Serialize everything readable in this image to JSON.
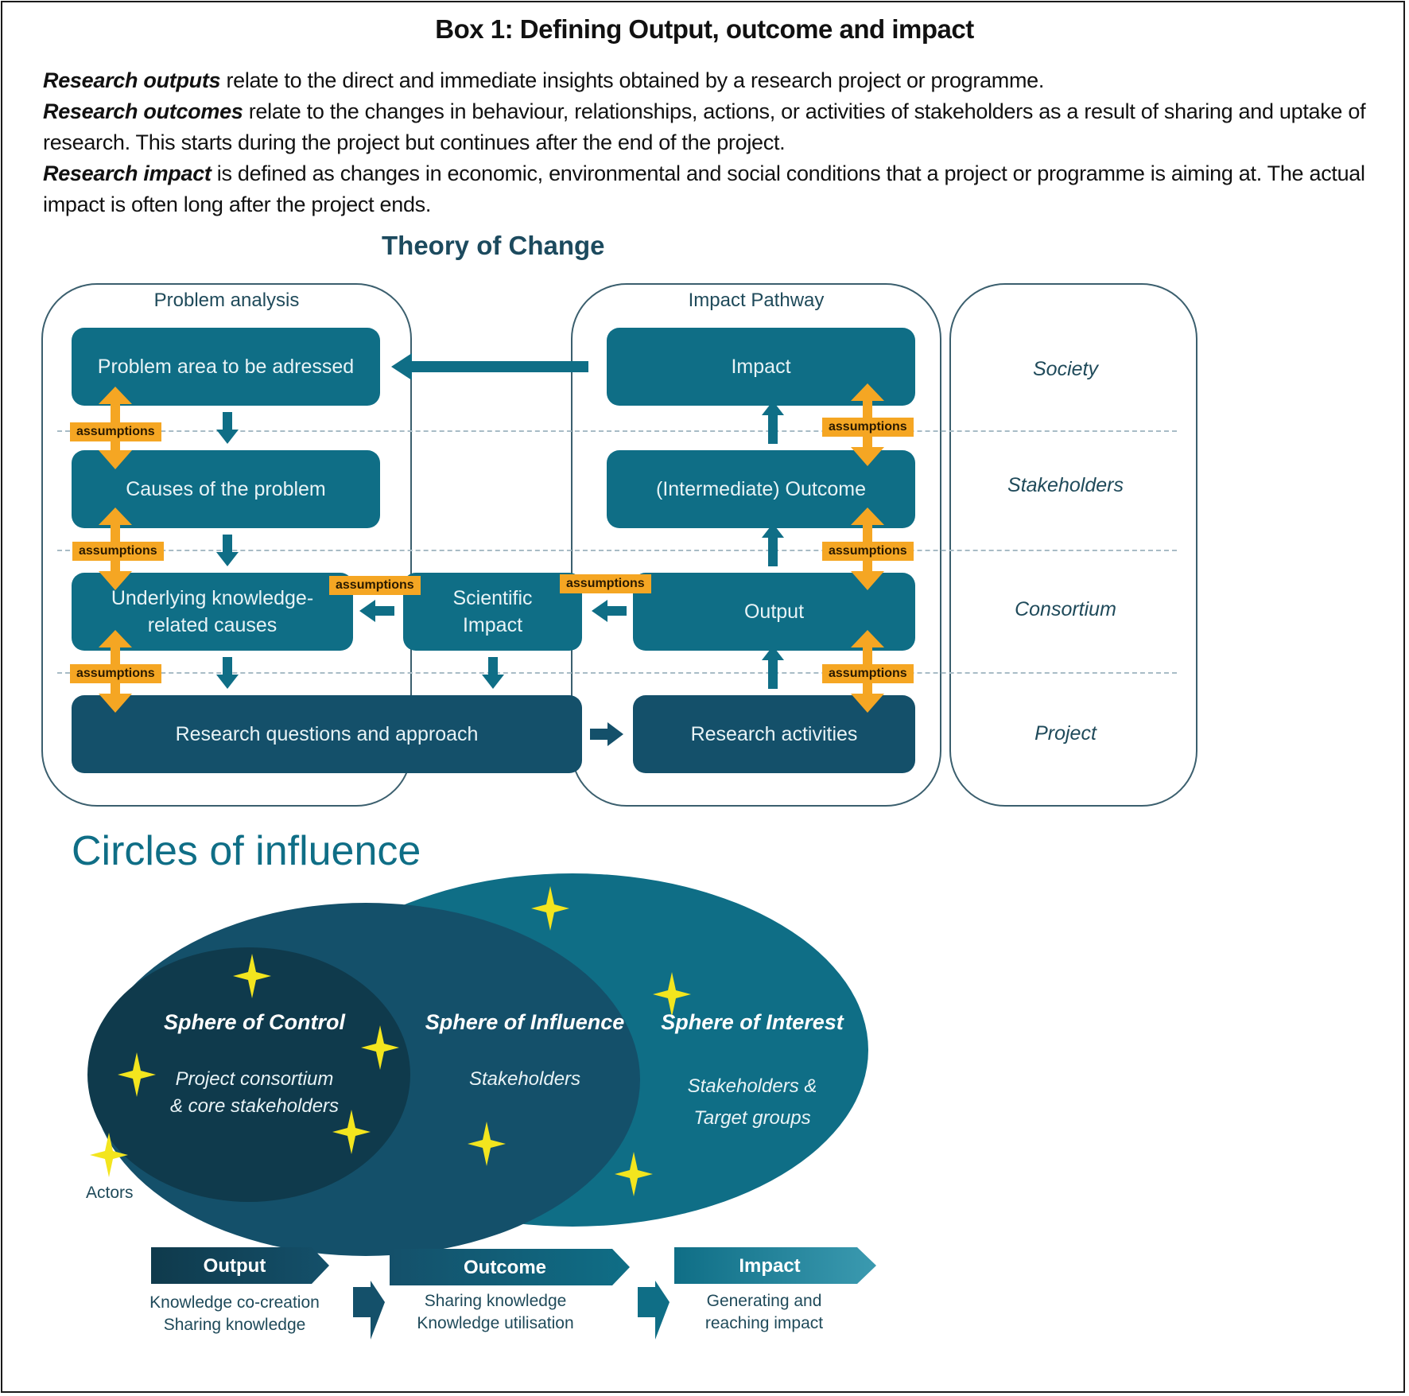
{
  "box": {
    "title": "Box 1: Defining Output, outcome and impact",
    "definitions": [
      {
        "term": "Research outputs",
        "text": " relate to the direct and immediate insights obtained by a research project or programme."
      },
      {
        "term": "Research outcomes",
        "text": " relate to the changes in behaviour, relationships, actions, or activities of stakeholders as a result of sharing and uptake of research. This starts during the project but continues after the end of the project."
      },
      {
        "term": "Research impact",
        "text": " is defined as changes in economic, environmental and social conditions that a project or programme is aiming at. The actual impact is often long after the project ends."
      }
    ]
  },
  "theory_of_change": {
    "title": "Theory of Change",
    "panels": {
      "problem_analysis": "Problem analysis",
      "impact_pathway": "Impact Pathway"
    },
    "boxes": {
      "problem_area": "Problem area to be adressed",
      "causes": "Causes of the problem",
      "underlying": "Underlying knowledge-related causes",
      "scientific_impact": "Scientific Impact",
      "research_questions": "Research questions and approach",
      "impact": "Impact",
      "intermediate_outcome": "(Intermediate) Outcome",
      "output": "Output",
      "research_activities": "Research activities"
    },
    "assumption_label": "assumptions",
    "levels": [
      "Society",
      "Stakeholders",
      "Consortium",
      "Project"
    ],
    "colors": {
      "box": "#0f6e86",
      "box_dark": "#14506a",
      "assumption": "#f5a623"
    }
  },
  "circles_of_influence": {
    "title": "Circles of influence",
    "spheres": [
      {
        "name": "Sphere of Control",
        "desc": [
          "Project consortium",
          "& core stakeholders"
        ]
      },
      {
        "name": "Sphere of Influence",
        "desc": [
          "Stakeholders"
        ]
      },
      {
        "name": "Sphere of Interest",
        "desc": [
          "Stakeholders &",
          "Target groups"
        ]
      }
    ],
    "legend": "Actors",
    "colors": {
      "control": "#0f3a4c",
      "influence": "#14506a",
      "interest": "#0f6e86",
      "actor": "#f3e51e"
    }
  },
  "stages": [
    {
      "label": "Output",
      "desc": [
        "Knowledge co-creation",
        "Sharing knowledge"
      ]
    },
    {
      "label": "Outcome",
      "desc": [
        "Sharing knowledge",
        "Knowledge utilisation"
      ]
    },
    {
      "label": "Impact",
      "desc": [
        "Generating and",
        "reaching impact"
      ]
    }
  ]
}
